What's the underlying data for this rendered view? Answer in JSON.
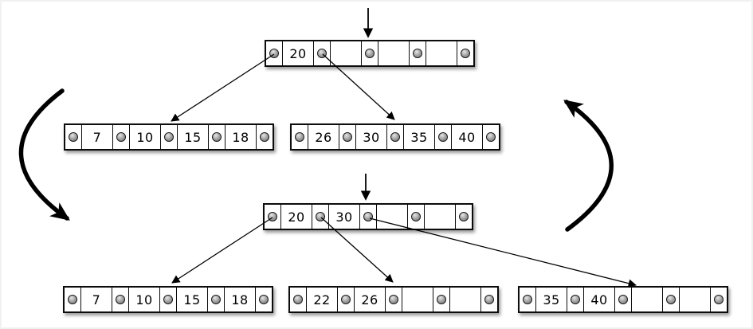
{
  "diagram": {
    "kind": "b-tree node split before/after",
    "colors": {
      "node_fill": "#ffffff",
      "node_border": "#0c0c0c",
      "pointer_dot": "#a8a8a8",
      "arrow": "#000000",
      "shadow": "rgba(0,0,0,0.40)"
    }
  },
  "nodes": {
    "top_root": {
      "keys": [
        "20",
        "",
        "",
        ""
      ]
    },
    "mid_left": {
      "keys": [
        "7",
        "10",
        "15",
        "18"
      ]
    },
    "mid_right": {
      "keys": [
        "26",
        "30",
        "35",
        "40"
      ]
    },
    "bottom_root": {
      "keys": [
        "20",
        "30",
        "",
        ""
      ]
    },
    "bottom_left": {
      "keys": [
        "7",
        "10",
        "15",
        "18"
      ]
    },
    "bottom_middle": {
      "keys": [
        "22",
        "26",
        "",
        ""
      ]
    },
    "bottom_right": {
      "keys": [
        "35",
        "40",
        "",
        ""
      ]
    }
  }
}
